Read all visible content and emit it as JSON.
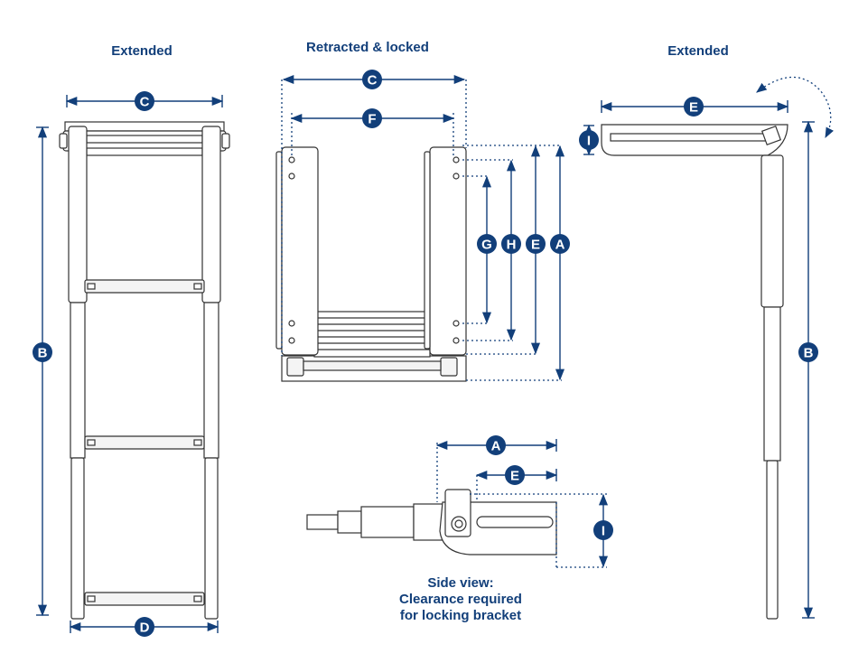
{
  "views": {
    "left": {
      "caption": "Extended"
    },
    "middle": {
      "caption": "Retracted & locked"
    },
    "right": {
      "caption": "Extended"
    }
  },
  "side_view": {
    "caption_lines": [
      "Side view:",
      "Clearance required",
      "for locking bracket"
    ]
  },
  "dimension_letters": {
    "A": "A",
    "B": "B",
    "C": "C",
    "D": "D",
    "E": "E",
    "F": "F",
    "G": "G",
    "H": "H",
    "I": "I"
  },
  "colors": {
    "accent": "#123f7a",
    "outline": "#333333"
  }
}
